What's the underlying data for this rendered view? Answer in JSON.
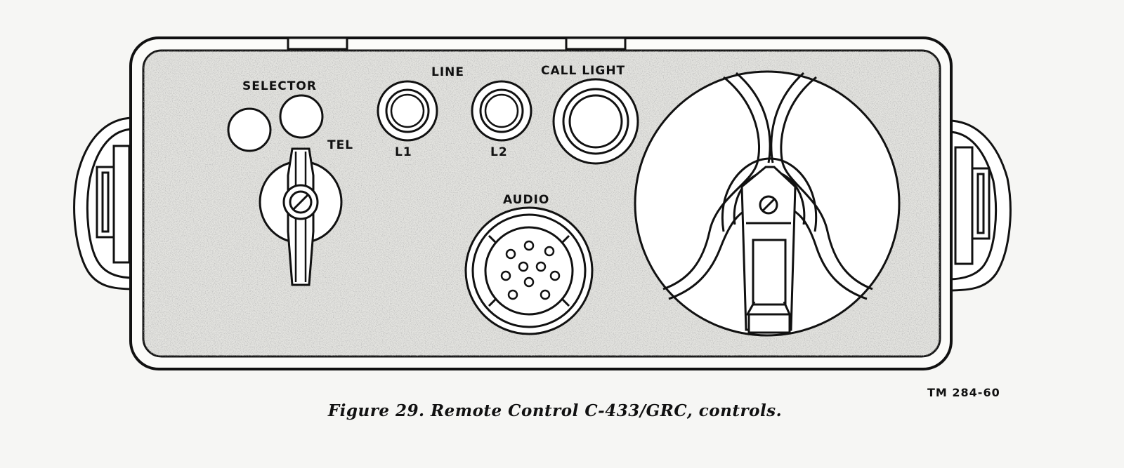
{
  "labels": {
    "selector": "SELECTOR",
    "tel": "TEL",
    "line": "LINE",
    "l1": "L1",
    "l2": "L2",
    "call_light": "CALL LIGHT",
    "audio": "AUDIO"
  },
  "tm_code": "TM 284-60",
  "caption": "Figure 29. Remote Control C-433/GRC, controls.",
  "colors": {
    "ink": "#111111",
    "panel": "#e4e4e0",
    "paper": "#f6f6f4"
  }
}
